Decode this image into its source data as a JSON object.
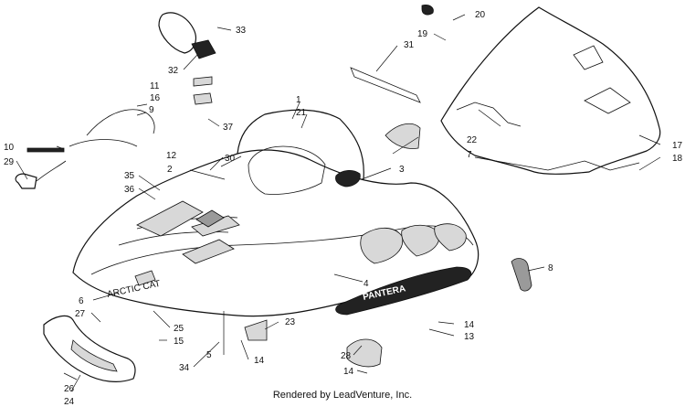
{
  "diagram": {
    "callouts": [
      {
        "id": "c1",
        "text": "1"
      },
      {
        "id": "c2",
        "text": "2"
      },
      {
        "id": "c3",
        "text": "3"
      },
      {
        "id": "c4",
        "text": "4"
      },
      {
        "id": "c5",
        "text": "5"
      },
      {
        "id": "c6",
        "text": "6"
      },
      {
        "id": "c7",
        "text": "7"
      },
      {
        "id": "c8",
        "text": "8"
      },
      {
        "id": "c9",
        "text": "9"
      },
      {
        "id": "c10",
        "text": "10"
      },
      {
        "id": "c11",
        "text": "11"
      },
      {
        "id": "c12",
        "text": "12"
      },
      {
        "id": "c13",
        "text": "13"
      },
      {
        "id": "c14a",
        "text": "14"
      },
      {
        "id": "c14b",
        "text": "14"
      },
      {
        "id": "c14c",
        "text": "14"
      },
      {
        "id": "c15",
        "text": "15"
      },
      {
        "id": "c16",
        "text": "16"
      },
      {
        "id": "c17",
        "text": "17"
      },
      {
        "id": "c18",
        "text": "18"
      },
      {
        "id": "c19",
        "text": "19"
      },
      {
        "id": "c20",
        "text": "20"
      },
      {
        "id": "c21",
        "text": "21"
      },
      {
        "id": "c22",
        "text": "22"
      },
      {
        "id": "c23",
        "text": "23"
      },
      {
        "id": "c24",
        "text": "24"
      },
      {
        "id": "c25",
        "text": "25"
      },
      {
        "id": "c26",
        "text": "26"
      },
      {
        "id": "c27",
        "text": "27"
      },
      {
        "id": "c28",
        "text": "28"
      },
      {
        "id": "c29",
        "text": "29"
      },
      {
        "id": "c30",
        "text": "30"
      },
      {
        "id": "c31",
        "text": "31"
      },
      {
        "id": "c32",
        "text": "32"
      },
      {
        "id": "c33",
        "text": "33"
      },
      {
        "id": "c34",
        "text": "34"
      },
      {
        "id": "c35",
        "text": "35"
      },
      {
        "id": "c36",
        "text": "36"
      },
      {
        "id": "c37",
        "text": "37"
      }
    ],
    "hood_decal_text": "ARCTIC CAT",
    "side_decal_text": "PANTERA"
  },
  "footer": {
    "text": "Rendered by LeadVenture, Inc."
  }
}
